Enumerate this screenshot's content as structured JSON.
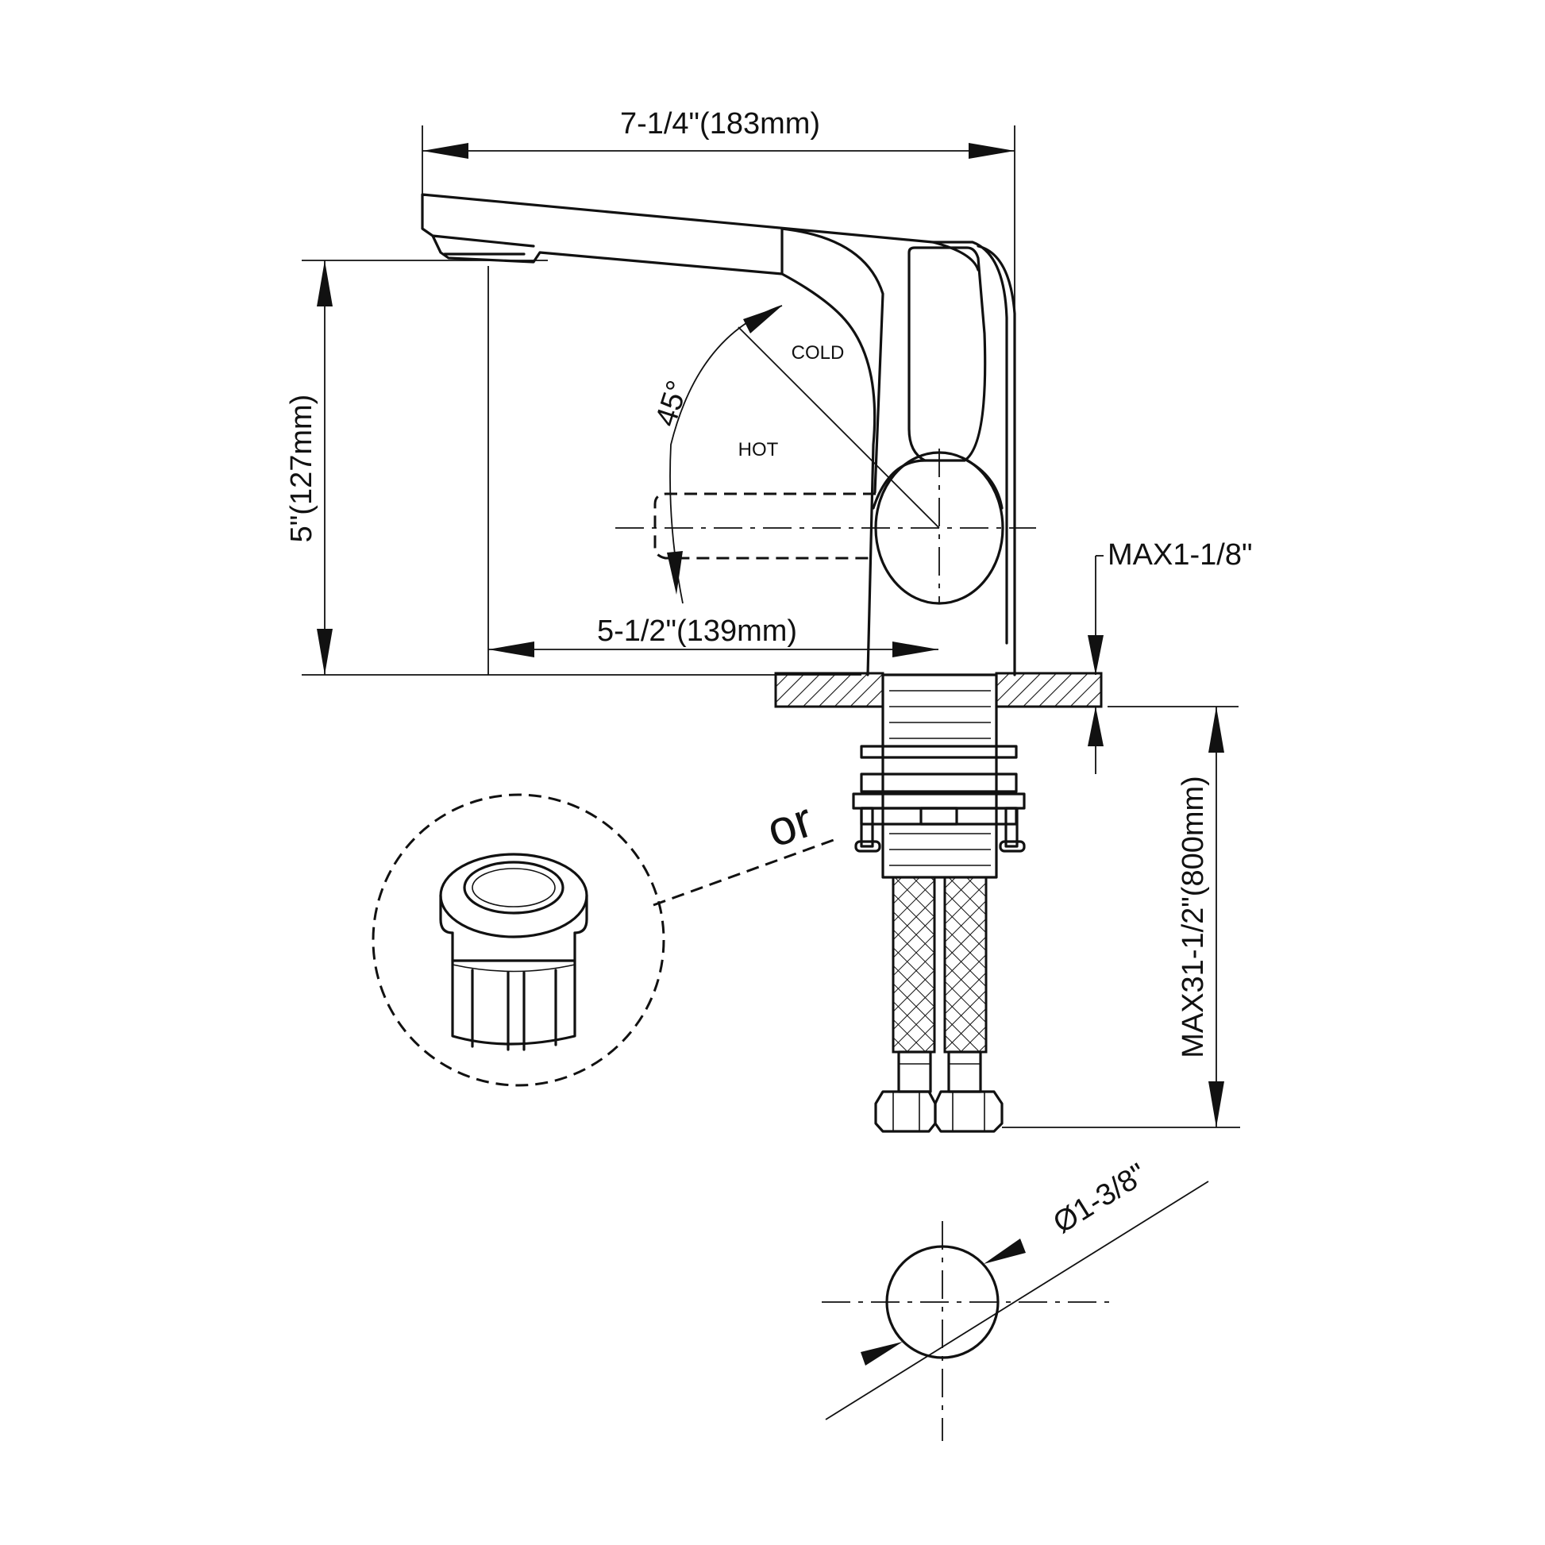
{
  "labels": {
    "overall_width": "7-1/4\"(183mm)",
    "height": "5\"(127mm)",
    "spout_reach": "5-1/2\"(139mm)",
    "deck_thickness": "MAX1-1/8\"",
    "hose_length": "MAX31-1/2\"(800mm)",
    "hole_diameter": "Ø1-3/8\"",
    "angle": "45°",
    "cold": "COLD",
    "hot": "HOT",
    "alternative": "or"
  },
  "colors": {
    "line": "#111111",
    "background": "#ffffff"
  }
}
